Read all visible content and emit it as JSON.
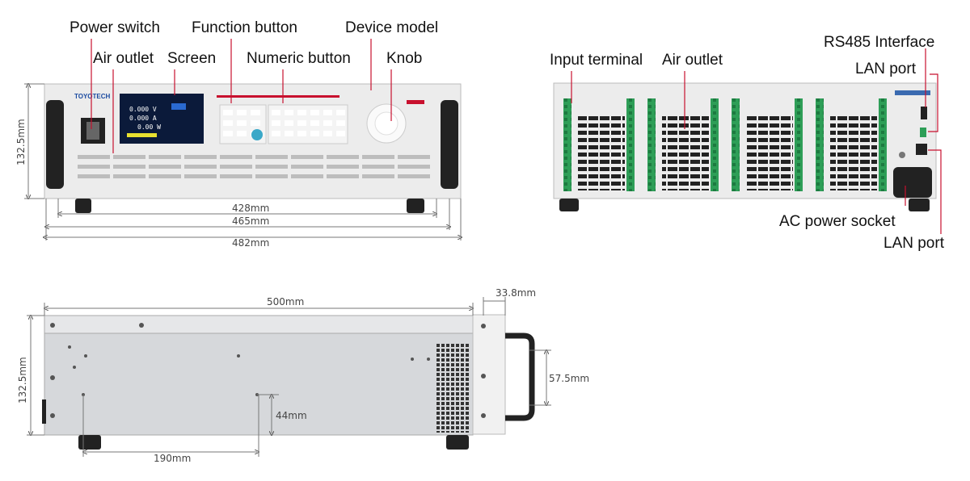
{
  "front_view": {
    "labels": {
      "power_switch": "Power switch",
      "function_button": "Function button",
      "device_model": "Device model",
      "air_outlet": "Air outlet",
      "screen": "Screen",
      "numeric_button": "Numeric button",
      "knob": "Knob"
    },
    "brand": "TOYOTECH",
    "screen_readout": {
      "voltage": "0.000 V",
      "current": "0.000 A",
      "power": "0.00 W"
    },
    "dimensions": {
      "height": "132.5mm",
      "width_inner": "428mm",
      "width_mid": "465mm",
      "width_outer": "482mm"
    }
  },
  "rear_view": {
    "labels": {
      "input_terminal": "Input terminal",
      "air_outlet": "Air outlet",
      "rs485": "RS485 Interface",
      "lan_port_top": "LAN port",
      "ac_power_socket": "AC power socket",
      "lan_port_bottom": "LAN port"
    }
  },
  "side_view": {
    "dimensions": {
      "depth": "500mm",
      "handle_depth": "33.8mm",
      "height": "132.5mm",
      "handle_height": "57.5mm",
      "hole_height": "44mm",
      "hole_offset": "190mm"
    }
  },
  "colors": {
    "leader": "#c8102e",
    "terminal": "#2e9e57",
    "panel": "#ececec",
    "screen": "#0b1a3a"
  }
}
